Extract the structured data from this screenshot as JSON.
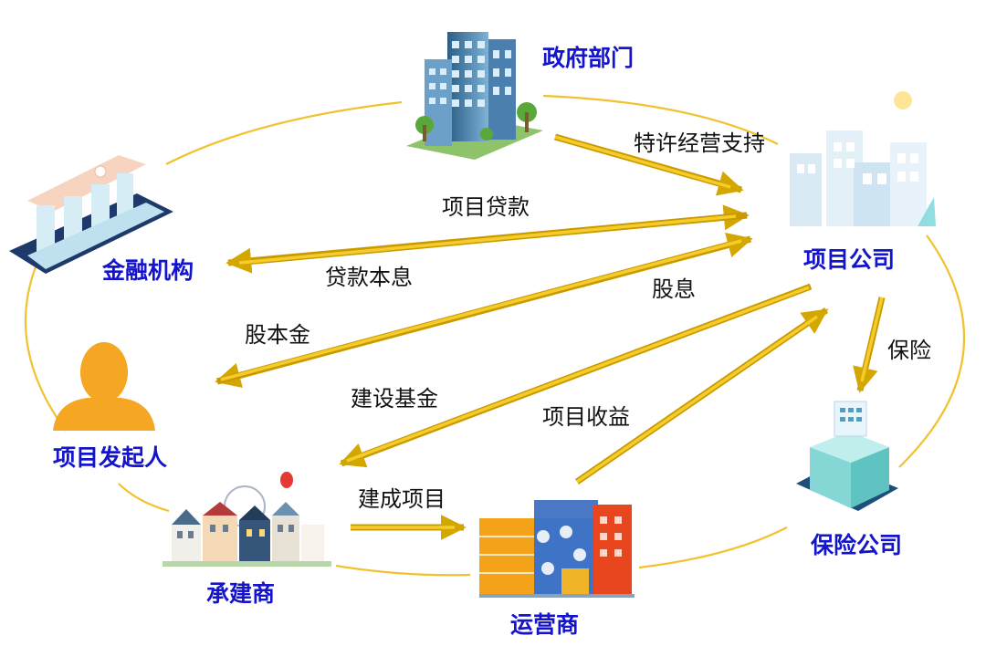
{
  "nodes": {
    "government": {
      "label": "政府部门"
    },
    "project_company": {
      "label": "项目公司"
    },
    "financial_institution": {
      "label": "金融机构"
    },
    "project_sponsor": {
      "label": "项目发起人"
    },
    "contractor": {
      "label": "承建商"
    },
    "operator": {
      "label": "运营商"
    },
    "insurance_company": {
      "label": "保险公司"
    }
  },
  "flows": {
    "franchise_support": "特许经营支持",
    "project_loan": "项目贷款",
    "loan_principal_interest": "贷款本息",
    "equity_capital": "股本金",
    "dividend": "股息",
    "construction_fund": "建设基金",
    "project_revenue": "项目收益",
    "completed_project": "建成项目",
    "insurance": "保险"
  },
  "colors": {
    "label_blue": "#1414cc",
    "arrow_gold": "#e0b100",
    "ring_yellow": "#f2c12e",
    "person_orange": "#f5a623"
  }
}
